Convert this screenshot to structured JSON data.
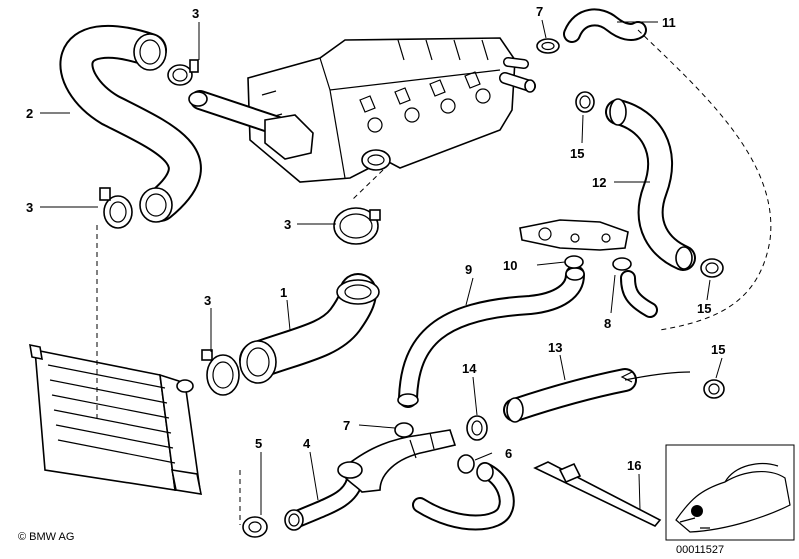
{
  "diagram": {
    "copyright": "© BMW AG",
    "image_number": "00011527",
    "callouts": [
      "1",
      "2",
      "3",
      "4",
      "5",
      "6",
      "7",
      "8",
      "9",
      "10",
      "11",
      "12",
      "13",
      "14",
      "15",
      "16"
    ]
  }
}
